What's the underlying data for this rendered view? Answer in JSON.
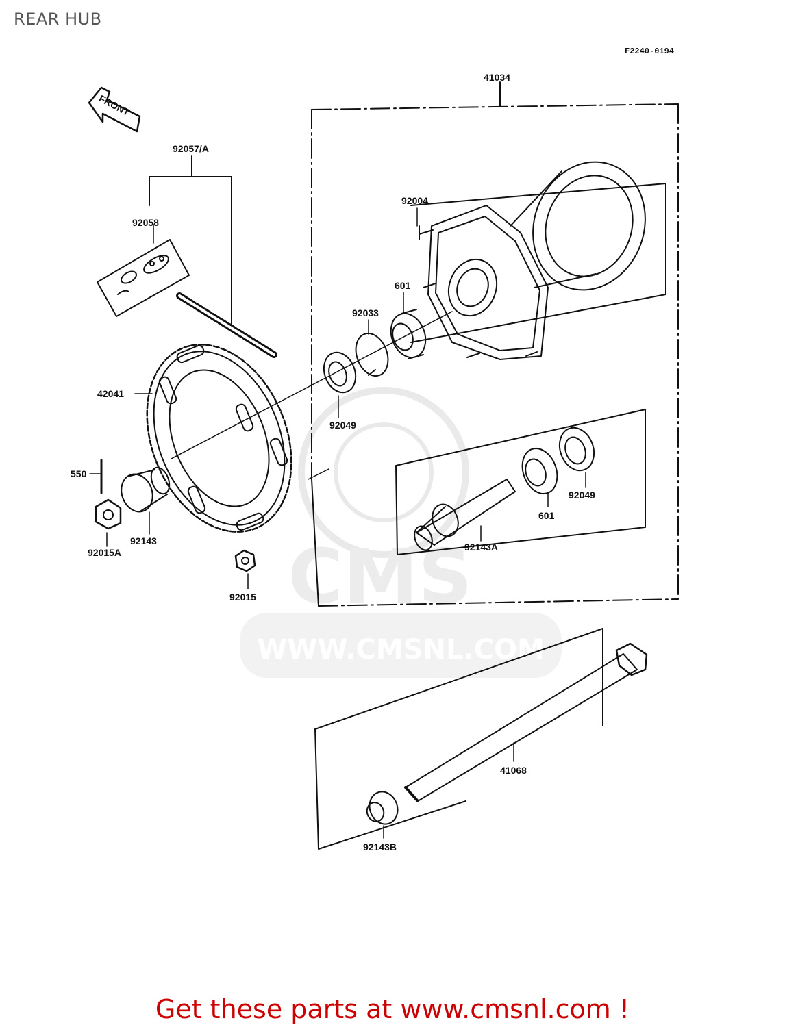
{
  "page": {
    "title": "REAR HUB",
    "figure_code": "F2240-0194",
    "footer": "Get these parts at www.cmsnl.com !"
  },
  "watermark": {
    "logo_text": "CMS",
    "url": "WWW.CMSNL.COM"
  },
  "direction_arrow": {
    "label": "FRONT"
  },
  "parts": {
    "hub_assembly": "41034",
    "chain_assembly": "92057/A",
    "chain_joint": "92058",
    "hub_stud": "92004",
    "bearing_upper": "601",
    "circlip": "92033",
    "oil_seal_upper": "92049",
    "sprocket": "42041",
    "cotter_pin": "550",
    "collar_left": "92143",
    "axle_nut": "92015A",
    "sprocket_nut": "92015",
    "distance_collar": "92143A",
    "bearing_lower": "601",
    "oil_seal_lower": "92049",
    "axle": "41068",
    "collar_axle": "92143B"
  }
}
